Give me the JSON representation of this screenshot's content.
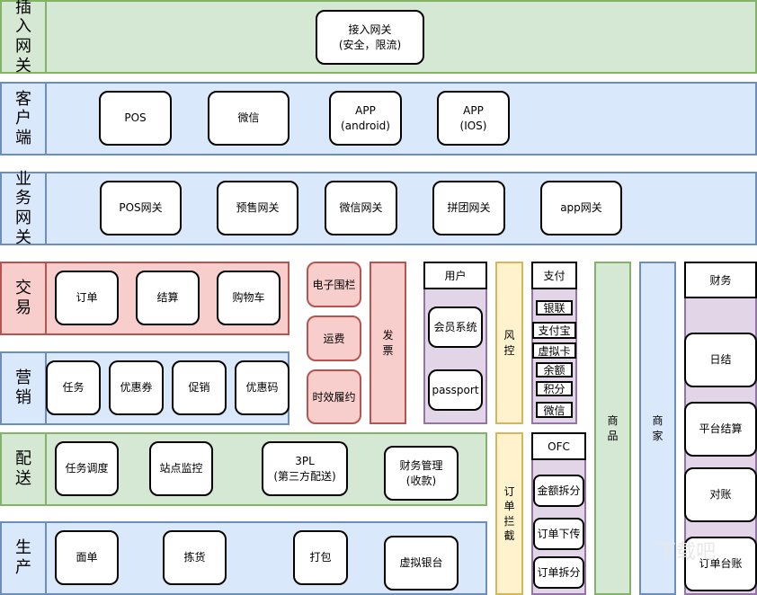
{
  "rows": {
    "gateway": {
      "label": "插入网关",
      "node": "接入网关\n(安全，限流)"
    },
    "client": {
      "label": "客户端",
      "nodes": [
        "POS",
        "微信",
        "APP\n(android)",
        "APP\n(IOS)"
      ]
    },
    "biz": {
      "label": "业务网关",
      "nodes": [
        "POS网关",
        "预售网关",
        "微信网关",
        "拼团网关",
        "app网关"
      ]
    },
    "trade": {
      "label": "交易",
      "nodes": [
        "订单",
        "结算",
        "购物车"
      ]
    },
    "marketing": {
      "label": "营销",
      "nodes": [
        "任务",
        "优惠券",
        "促销",
        "优惠码"
      ]
    },
    "delivery": {
      "label": "配送",
      "nodes": [
        "任务调度",
        "站点监控",
        "3PL\n(第三方配送)",
        "财务管理\n(收款)"
      ]
    },
    "production": {
      "label": "生产",
      "nodes": [
        "面单",
        "拣货",
        "打包",
        "虚拟银台"
      ]
    }
  },
  "middle": {
    "boxes": [
      "电子围栏",
      "运费",
      "时效履约"
    ],
    "invoice": "发票"
  },
  "user": {
    "header": "用户",
    "items": [
      "会员系统",
      "passport"
    ]
  },
  "risk": "风控",
  "order_intercept": "订单拦截",
  "pay": {
    "header": "支付",
    "items": [
      "银联",
      "支付宝",
      "虚拟卡",
      "余额",
      "积分",
      "微信"
    ]
  },
  "ofc": {
    "header": "OFC",
    "items": [
      "金额拆分",
      "订单下传",
      "订单拆分"
    ]
  },
  "goods": "商品",
  "merchant": "商家",
  "finance": {
    "header": "财务",
    "items": [
      "日结",
      "平台结算",
      "对账",
      "订单台账"
    ]
  },
  "watermark": "下载吧"
}
